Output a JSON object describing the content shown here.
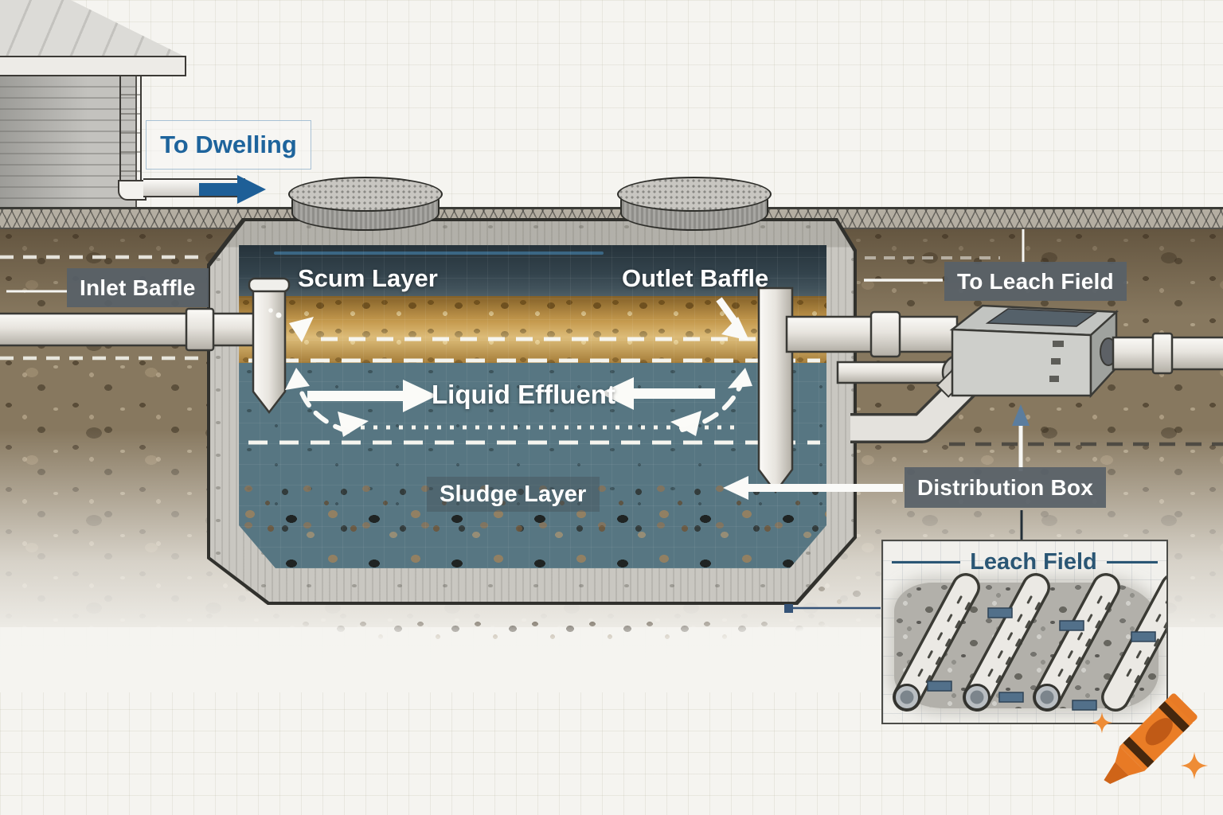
{
  "labels": {
    "to_dwelling": "To Dwelling",
    "inlet_baffle": "Inlet Baffle",
    "scum_layer": "Scum Layer",
    "outlet_baffle": "Outlet Baffle",
    "to_leach_field": "To Leach Field",
    "liquid_effluent": "Liquid Effluent",
    "sludge_layer": "Sludge Layer",
    "distribution_box": "Distribution Box",
    "leach_field": "Leach Field"
  },
  "colors": {
    "dwelling_text": "#1e649c",
    "dwelling_arrow": "#1e5f97",
    "label_box_bg": "#58616a",
    "label_text": "#ffffff",
    "leach_field_title": "#2a5674",
    "tank_headspace": "#32414a",
    "tank_scum": "#c59a4e",
    "tank_liquid": "#577682",
    "tank_sludge": "#342b22",
    "soil": "#87785f",
    "concrete": "#c9c7c1",
    "crayon_orange": "#e87a25"
  },
  "icons": {
    "watermark": "crayon-icon",
    "watermark_accent": "sparkle-icon"
  }
}
